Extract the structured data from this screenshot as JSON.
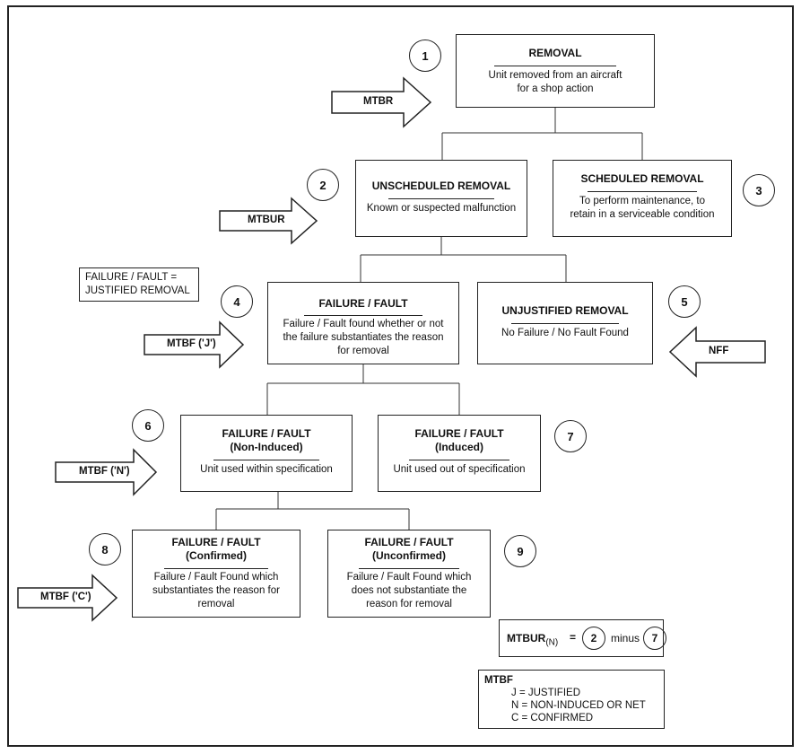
{
  "boxes": {
    "removal": {
      "title": "REMOVAL",
      "desc": [
        "Unit removed from an aircraft",
        "for a shop action"
      ]
    },
    "unscheduled": {
      "title": "UNSCHEDULED REMOVAL",
      "desc": [
        "Known or suspected malfunction"
      ]
    },
    "scheduled": {
      "title": "SCHEDULED REMOVAL",
      "desc": [
        "To perform maintenance, to",
        "retain in a serviceable condition"
      ]
    },
    "failure_fault": {
      "title": "FAILURE / FAULT",
      "desc": [
        "Failure / Fault found whether or not",
        "the failure substantiates the reason",
        "for removal"
      ]
    },
    "unjustified": {
      "title": "UNJUSTIFIED REMOVAL",
      "desc": [
        "No Failure / No Fault Found"
      ]
    },
    "non_induced": {
      "title": "FAILURE / FAULT",
      "subtitle": "(Non-Induced)",
      "desc": [
        "Unit used within specification"
      ]
    },
    "induced": {
      "title": "FAILURE / FAULT",
      "subtitle": "(Induced)",
      "desc": [
        "Unit used out of specification"
      ]
    },
    "confirmed": {
      "title": "FAILURE / FAULT",
      "subtitle": "(Confirmed)",
      "desc": [
        "Failure / Fault Found which",
        "substantiates the reason for",
        "removal"
      ]
    },
    "unconfirmed": {
      "title": "FAILURE / FAULT",
      "subtitle": "(Unconfirmed)",
      "desc": [
        "Failure / Fault Found which",
        "does not substantiate the",
        "reason for removal"
      ]
    }
  },
  "numbers": [
    "1",
    "2",
    "3",
    "4",
    "5",
    "6",
    "7",
    "8",
    "9"
  ],
  "arrows": {
    "mtbr": "MTBR",
    "mtbur": "MTBUR",
    "mtbf_j": "MTBF ('J')",
    "nff": "NFF",
    "mtbf_n": "MTBF ('N')",
    "mtbf_c": "MTBF ('C')"
  },
  "note": [
    "FAILURE / FAULT =",
    "JUSTIFIED REMOVAL"
  ],
  "formula": {
    "label": "MTBUR",
    "subscript": "(N)",
    "equals": "=",
    "left": "2",
    "op": "minus",
    "right": "7"
  },
  "legend": {
    "title": "MTBF",
    "items": [
      "J  = JUSTIFIED",
      "N = NON-INDUCED OR NET",
      "C = CONFIRMED"
    ]
  }
}
